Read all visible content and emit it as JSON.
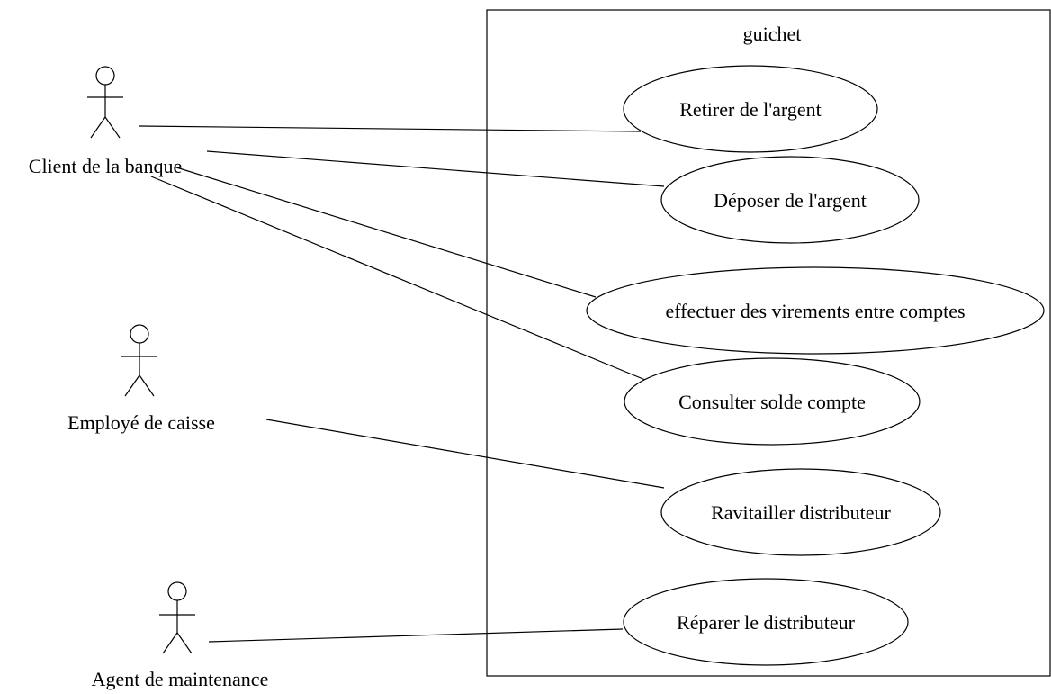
{
  "system": {
    "name": "guichet"
  },
  "actors": {
    "client": {
      "label": "Client de la banque"
    },
    "employe": {
      "label": "Employé de caisse"
    },
    "agent": {
      "label": "Agent de maintenance"
    }
  },
  "use_cases": {
    "retirer": {
      "label": "Retirer de l'argent"
    },
    "deposer": {
      "label": "Déposer de l'argent"
    },
    "virements": {
      "label": "effectuer des virements entre comptes"
    },
    "consulter": {
      "label": "Consulter solde compte"
    },
    "ravitailler": {
      "label": "Ravitailler distributeur"
    },
    "reparer": {
      "label": "Réparer le distributeur"
    }
  },
  "associations": [
    {
      "actor": "client",
      "use_case": "retirer"
    },
    {
      "actor": "client",
      "use_case": "deposer"
    },
    {
      "actor": "client",
      "use_case": "virements"
    },
    {
      "actor": "client",
      "use_case": "consulter"
    },
    {
      "actor": "employe",
      "use_case": "ravitailler"
    },
    {
      "actor": "agent",
      "use_case": "reparer"
    }
  ]
}
